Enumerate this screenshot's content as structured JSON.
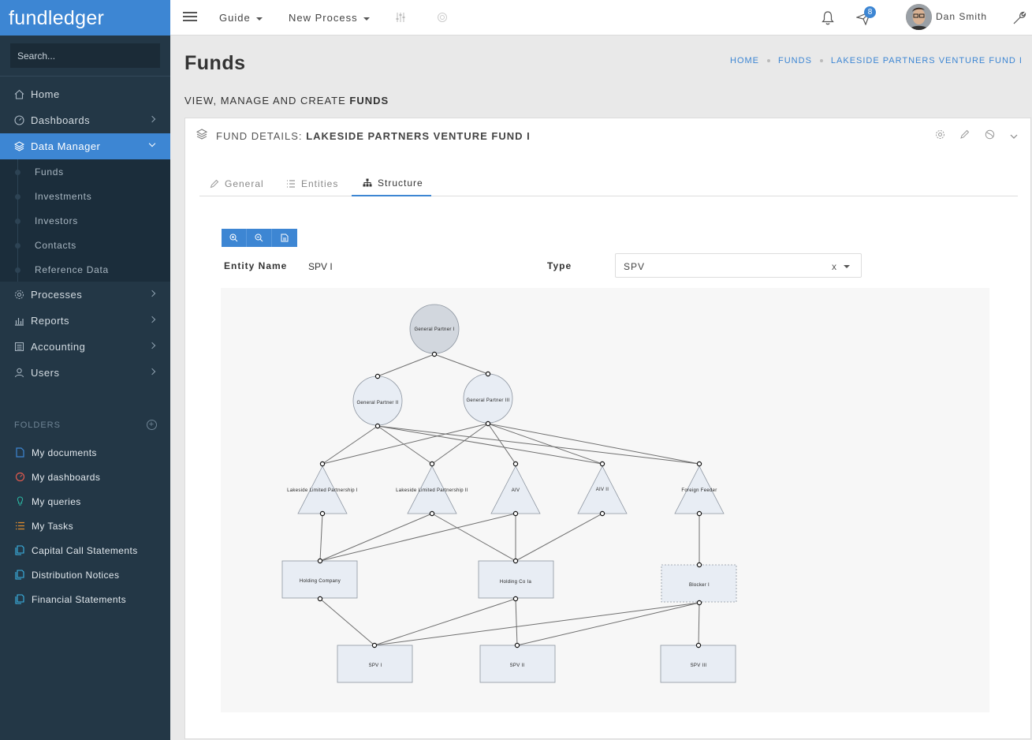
{
  "app": {
    "brand": "fundledger"
  },
  "search": {
    "placeholder": "Search..."
  },
  "nav": {
    "home": "Home",
    "dashboards": "Dashboards",
    "data_manager": "Data Manager",
    "sub": [
      "Funds",
      "Investments",
      "Investors",
      "Contacts",
      "Reference Data"
    ],
    "processes": "Processes",
    "reports": "Reports",
    "accounting": "Accounting",
    "users": "Users"
  },
  "folders": {
    "heading": "FOLDERS",
    "items": [
      {
        "label": "My documents",
        "icon": "document-icon",
        "color": "#3d86d3"
      },
      {
        "label": "My dashboards",
        "icon": "gauge-icon",
        "color": "#e05a4e"
      },
      {
        "label": "My queries",
        "icon": "bulb-icon",
        "color": "#2bb3a0"
      },
      {
        "label": "My Tasks",
        "icon": "list-icon",
        "color": "#e08b2e"
      },
      {
        "label": "Capital Call Statements",
        "icon": "document-icon",
        "color": "#3bb4e6"
      },
      {
        "label": "Distribution Notices",
        "icon": "document-icon",
        "color": "#3bb4e6"
      },
      {
        "label": "Financial Statements",
        "icon": "document-icon",
        "color": "#3bb4e6"
      }
    ]
  },
  "topbar": {
    "guide": "Guide",
    "new_process": "New Process",
    "notification_count": "8",
    "user_name": "Dan Smith"
  },
  "page": {
    "title": "Funds",
    "breadcrumb": [
      "HOME",
      "FUNDS",
      "LAKESIDE PARTNERS VENTURE FUND I"
    ],
    "subtitle_prefix": "VIEW, MANAGE AND CREATE",
    "subtitle_bold": "FUNDS"
  },
  "card": {
    "title_prefix": "FUND DETAILS:",
    "title_bold": "LAKESIDE PARTNERS VENTURE FUND I",
    "tabs": [
      "General",
      "Entities",
      "Structure"
    ],
    "active_tab": "Structure"
  },
  "structure": {
    "entity_name_label": "Entity Name",
    "entity_name_value": "SPV I",
    "type_label": "Type",
    "type_value": "SPV",
    "type_clear": "x",
    "nodes": {
      "gp1": "General Partner I",
      "gp2": "General Partner II",
      "gp3": "General Partner III",
      "lp1": "Lakeside Limited Partnership I",
      "lp2": "Lakeside Limited Partnership II",
      "aiv": "AIV",
      "aiv2": "AIV II",
      "ff": "Foreign Feeder",
      "hc": "Holding Company",
      "hc1a": "Holding Co Ia",
      "blk": "Blocker I",
      "spv1": "SPV I",
      "spv2": "SPV II",
      "spv3": "SPV III"
    }
  },
  "colors": {
    "accent": "#3d86d3",
    "sidebar": "#233746",
    "node_fill": "#e8edf4",
    "root_fill": "#d2d7de"
  }
}
